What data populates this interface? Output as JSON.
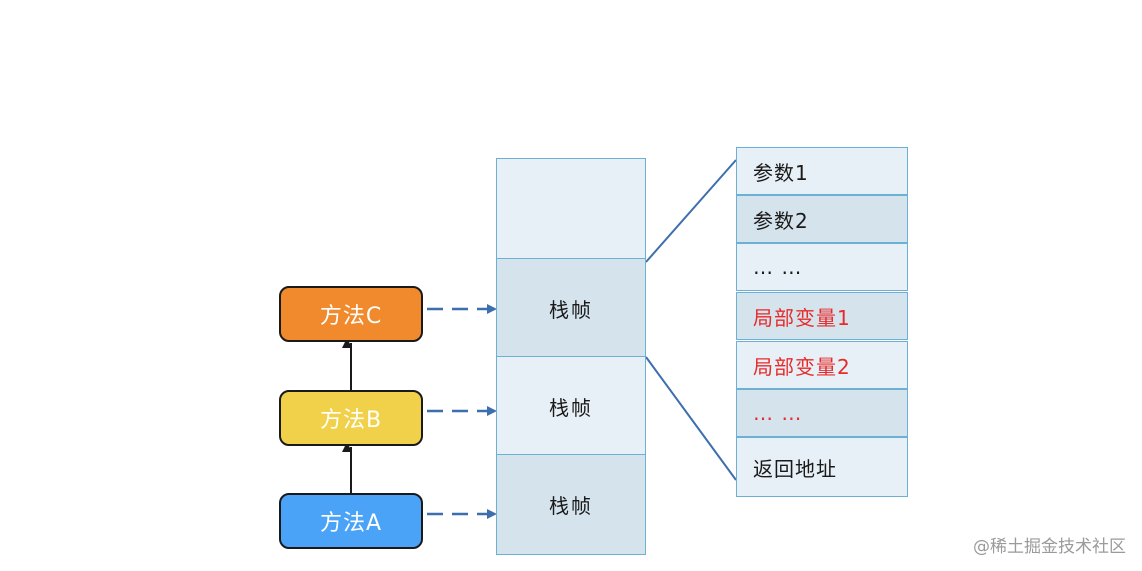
{
  "methods": [
    {
      "label": "方法C"
    },
    {
      "label": "方法B"
    },
    {
      "label": "方法A"
    }
  ],
  "stack": {
    "cells": [
      {
        "label": ""
      },
      {
        "label": "栈帧"
      },
      {
        "label": "栈帧"
      },
      {
        "label": "栈帧"
      }
    ]
  },
  "frame_detail": {
    "rows": [
      {
        "label": "参数1"
      },
      {
        "label": "参数2"
      },
      {
        "label": "… …"
      },
      {
        "label": "局部变量1"
      },
      {
        "label": "局部变量2"
      },
      {
        "label": "… …"
      },
      {
        "label": "返回地址"
      }
    ]
  },
  "watermark": "@稀土掘金技术社区",
  "colors": {
    "method_c": "#f08a2c",
    "method_b": "#f2d14a",
    "method_a": "#4ba3f7",
    "cell_light": "#e7f0f6",
    "cell_dark": "#d4e3ec",
    "border": "#6cb1d4",
    "arrow": "#3d6fae",
    "highlight_text": "#e82a2a"
  }
}
